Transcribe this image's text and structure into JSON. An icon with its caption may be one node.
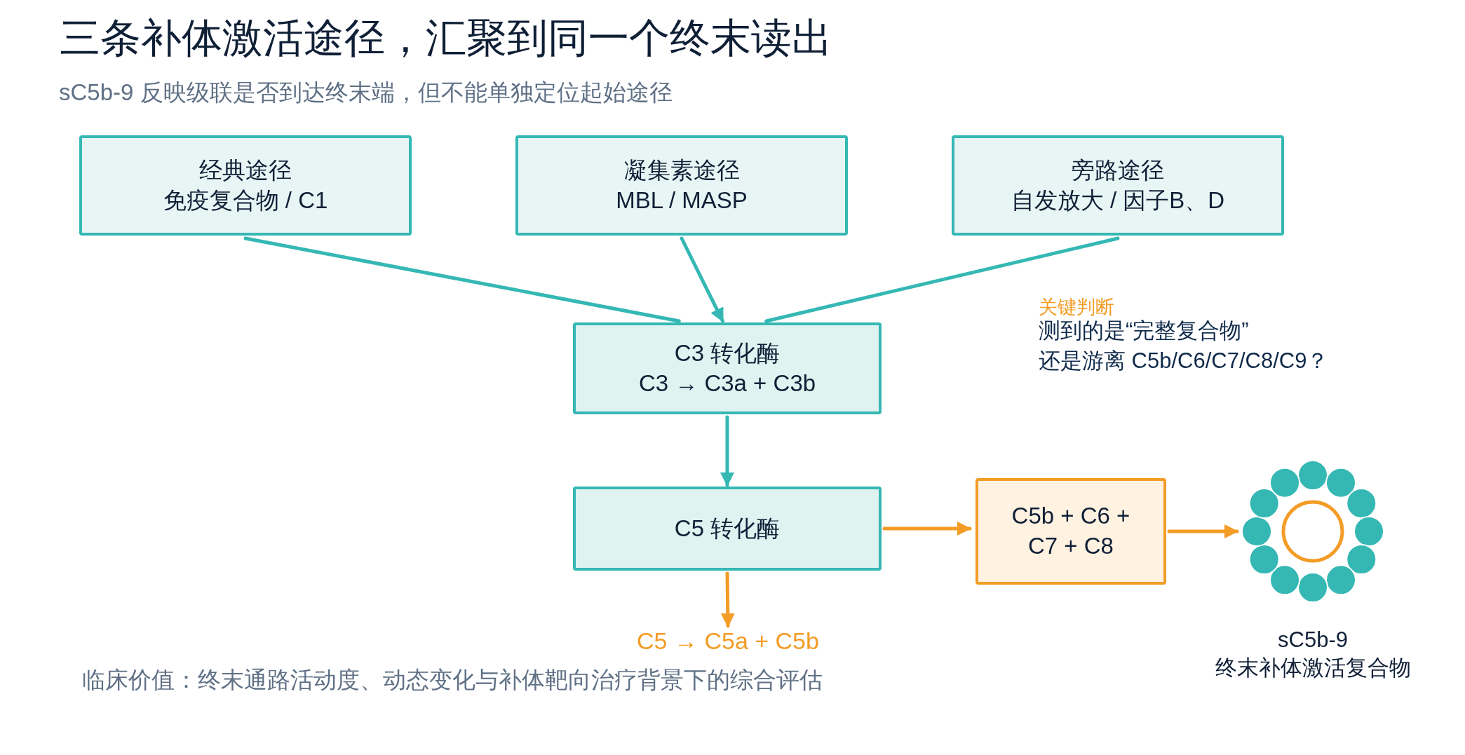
{
  "diagram": {
    "title": "三条补体激活途径，汇聚到同一个终末读出",
    "nodes": [
      {
        "text": [
          "经典途径",
          "免疫复合物 / C1"
        ]
      },
      {
        "text": [
          "凝集素途径",
          "MBL / MASP"
        ]
      },
      {
        "text": [
          "旁路途径",
          "自发放大 / 因子B、D"
        ]
      },
      {
        "text": [
          "C3 转化酶",
          "C3 → C3a + C3b"
        ]
      },
      {
        "text": [
          "C5 转化酶"
        ]
      },
      {
        "text": [
          "C5b + C6 + C7 + C8"
        ]
      },
      {
        "text": [],
        "shape": "circle",
        "beside": [
          "sC5b-9 终末补体激活复合物"
        ]
      },
      {
        "text": [
          "C5 → C5a + C5b"
        ]
      }
    ],
    "edges": [
      {
        "from": 0,
        "to": 3,
        "arrow": "none"
      },
      {
        "from": 1,
        "to": 3,
        "arrow": "to"
      },
      {
        "from": 2,
        "to": 3,
        "arrow": "none"
      },
      {
        "from": 3,
        "to": 4,
        "arrow": "to"
      },
      {
        "from": 4,
        "to": 7,
        "arrow": "to",
        "color": "#f39c26"
      },
      {
        "from": 4,
        "to": 5,
        "arrow": "to",
        "color": "#f39c26"
      },
      {
        "from": 5,
        "to": 6,
        "arrow": "to",
        "color": "#f39c26"
      }
    ],
    "labels": [
      "sC5b-9 反映级联是否到达终末端，但不能单独定位起始途径",
      "关键判断",
      "测到的是“完整复合物” 还是游离 C5b/C6/C7/C8/C9？",
      "临床价值：终末通路活动度、动态变化与补体靶向治疗背景下的综合评估"
    ]
  }
}
